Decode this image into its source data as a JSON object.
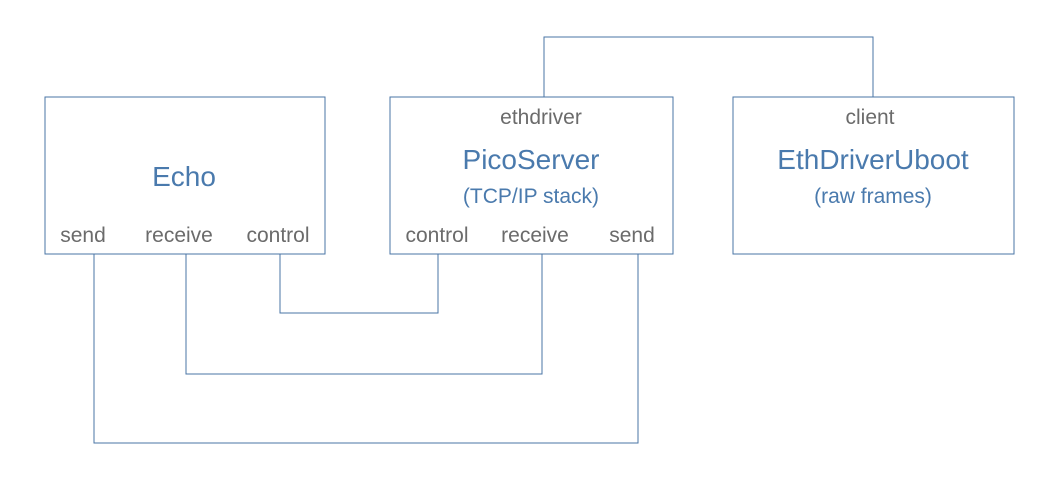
{
  "components": {
    "echo": {
      "name": "Echo",
      "ports": {
        "send": "send",
        "receive": "receive",
        "control": "control"
      }
    },
    "picoserver": {
      "name": "PicoServer",
      "subtitle": "(TCP/IP stack)",
      "ports": {
        "ethdriver": "ethdriver",
        "control": "control",
        "receive": "receive",
        "send": "send"
      }
    },
    "ethdriveruboot": {
      "name": "EthDriverUboot",
      "subtitle": "(raw frames)",
      "ports": {
        "client": "client"
      }
    }
  },
  "colors": {
    "stroke": "#4a74a6",
    "title": "#4a7aad",
    "port_label": "#6b6b6b",
    "background": "#ffffff"
  }
}
